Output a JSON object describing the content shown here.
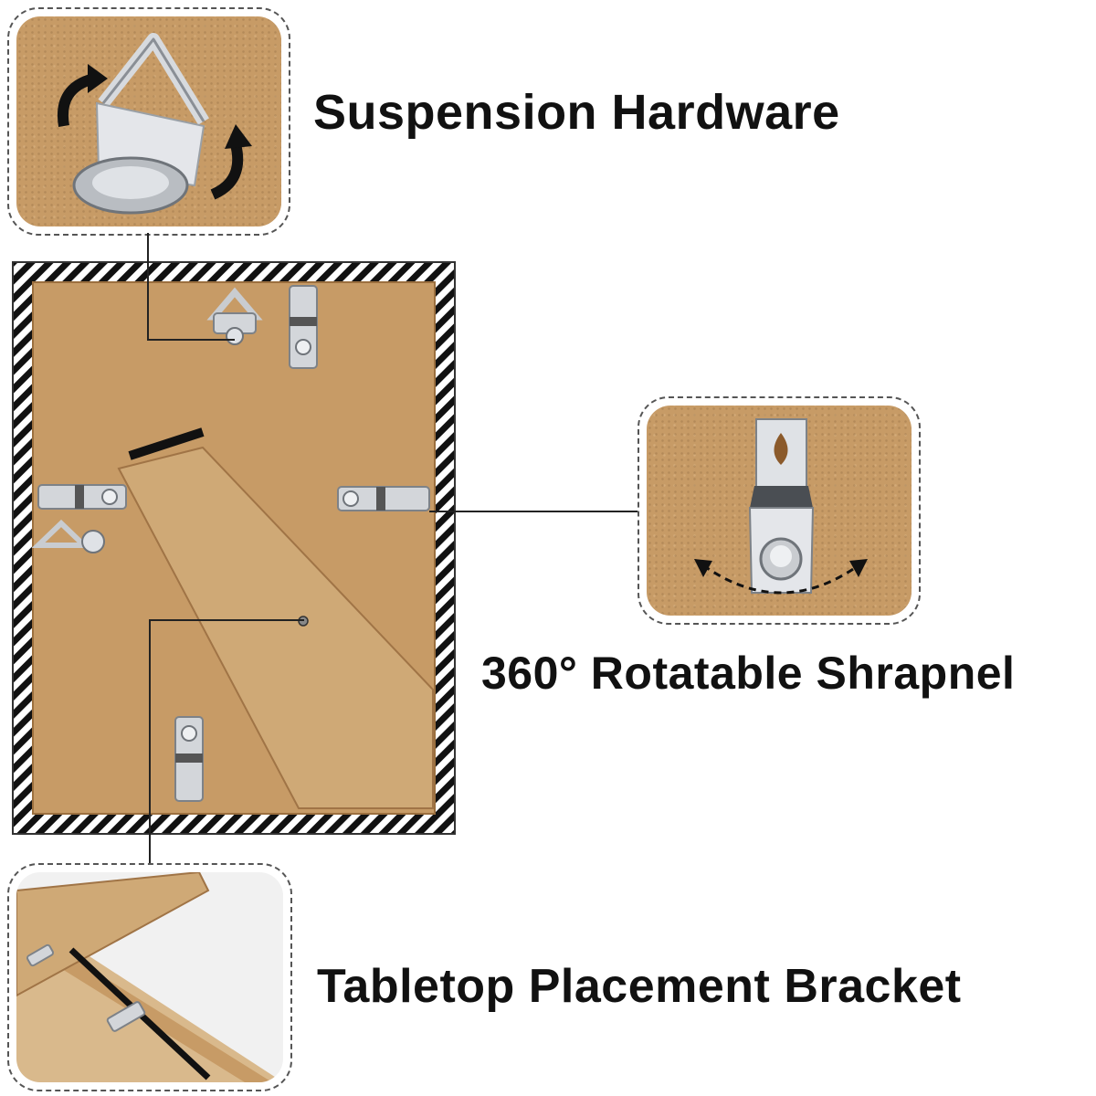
{
  "labels": {
    "suspension": "Suspension Hardware",
    "rotatable": "360° Rotatable Shrapnel",
    "tabletop": "Tabletop Placement Bracket"
  },
  "colors": {
    "board": "#c79b66",
    "board_dark": "#a87a48",
    "metal": "#c9ccd0",
    "metal_dark": "#7d8288",
    "frame_stripe": "#111111",
    "text": "#111111"
  },
  "icons": {
    "suspension": "triangle-hanger-icon",
    "rotatable": "turn-clip-icon",
    "tabletop": "easel-stand-icon"
  }
}
